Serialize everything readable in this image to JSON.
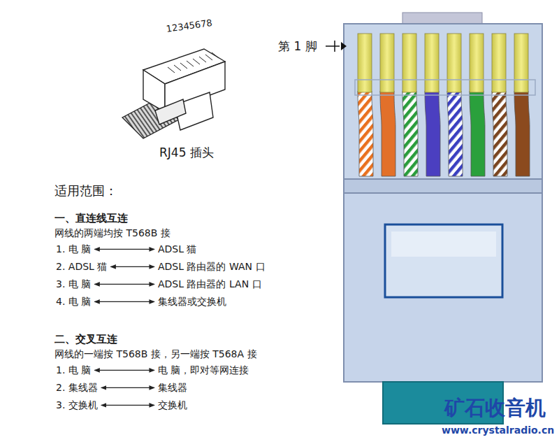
{
  "diagram": {
    "labels": [
      "12345678",
      "RJ45 插头",
      "第 1 脚",
      "适用范围：",
      "一、直连线互连",
      "网线的两端均按 T568B 接",
      "1. 电 脑",
      "ADSL 猫",
      "2. ADSL 猫",
      "ADSL 路由器的 WAN 口",
      "3. 电 脑",
      "ADSL 路由器的 LAN 口",
      "4. 电 脑",
      "集线器或交换机",
      "二、交叉互连",
      "网线的一端按 T568B 接，另一端按 T568A 接",
      "1. 电 脑",
      "电 脑，即对等网连接",
      "2. 集线器",
      "集线器",
      "3. 交换机",
      "交换机",
      "矿石收音机",
      "www.crystalradio.cn"
    ]
  }
}
